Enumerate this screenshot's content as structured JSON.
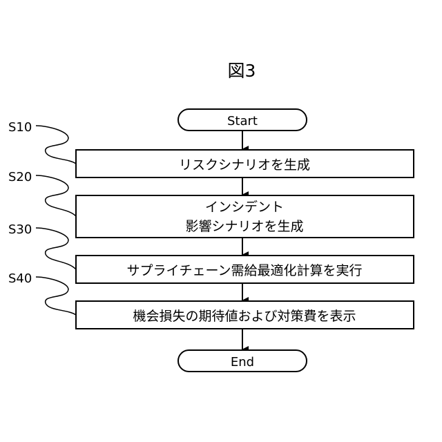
{
  "figure": {
    "title": "図3"
  },
  "terminals": {
    "start": "Start",
    "end": "End"
  },
  "steps": [
    {
      "label": "S10",
      "lines": [
        "リスクシナリオを生成"
      ]
    },
    {
      "label": "S20",
      "lines": [
        "インシデント",
        "影響シナリオを生成"
      ]
    },
    {
      "label": "S30",
      "lines": [
        "サプライチェーン需給最適化計算を実行"
      ]
    },
    {
      "label": "S40",
      "lines": [
        "機会損失の期待値および対策費を表示"
      ]
    }
  ],
  "colors": {
    "stroke": "#000000",
    "fill": "#ffffff",
    "text": "#000000"
  }
}
